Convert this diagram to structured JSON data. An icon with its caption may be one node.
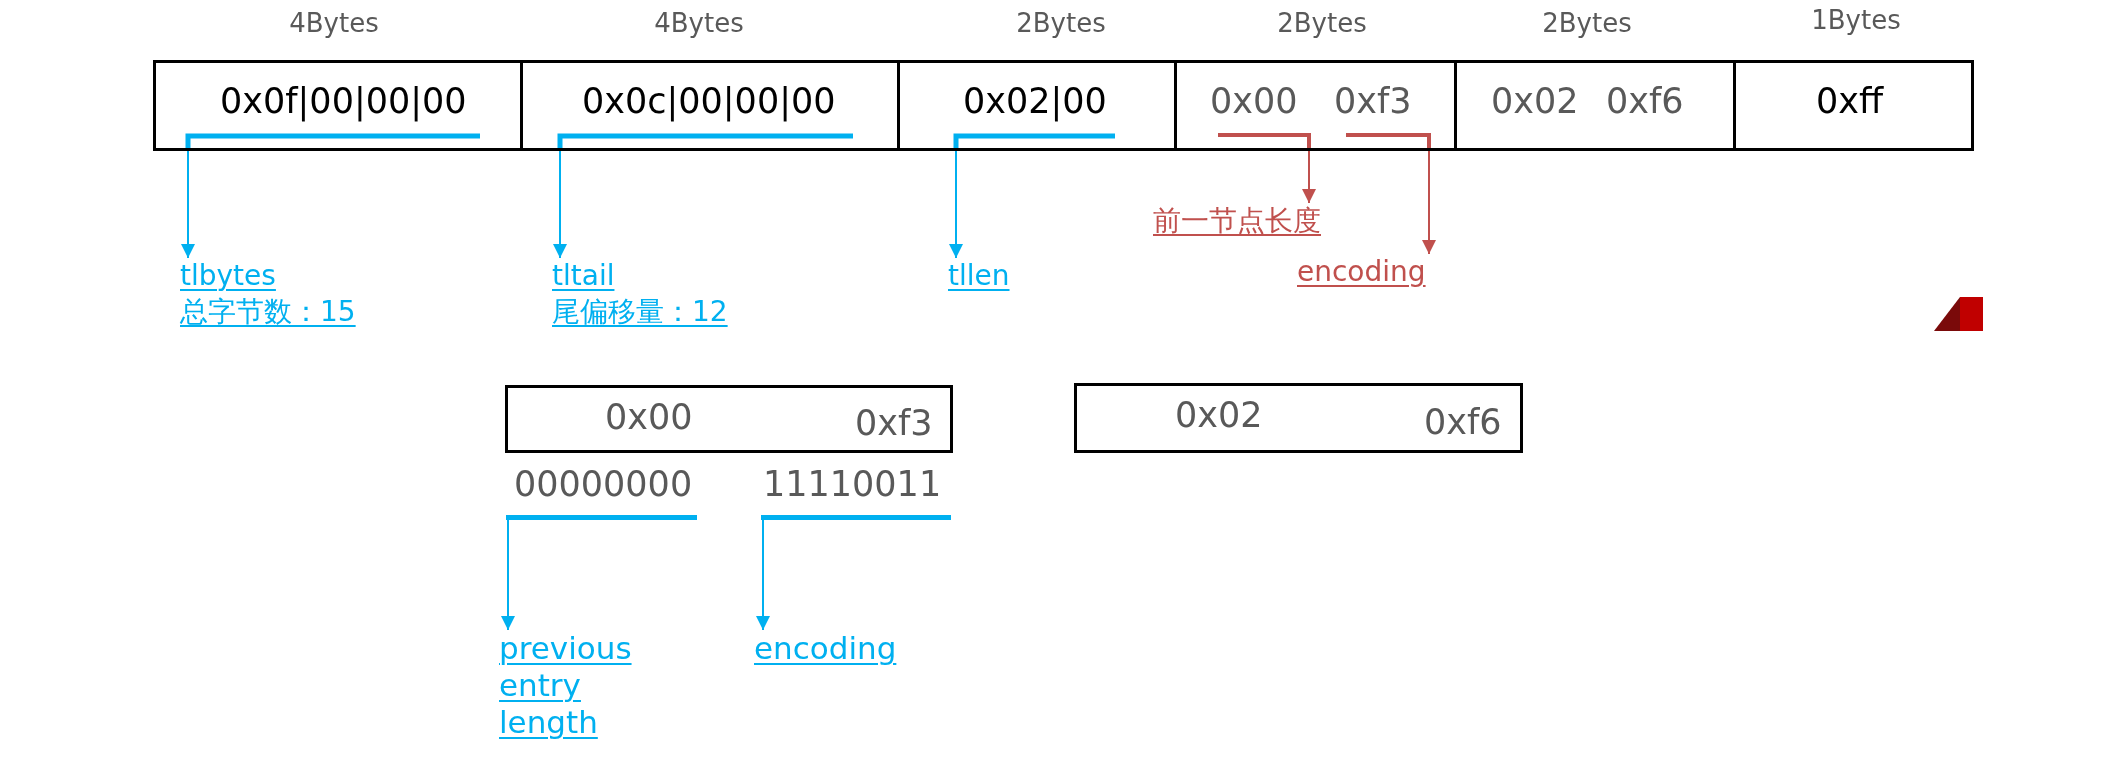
{
  "diagram": {
    "nodes": [
      {
        "text": [
          "0x0f|00|00|00"
        ],
        "beside": [
          "4Bytes"
        ]
      },
      {
        "text": [
          "0x0c|00|00|00"
        ],
        "beside": [
          "4Bytes"
        ]
      },
      {
        "text": [
          "0x02|00"
        ],
        "beside": [
          "2Bytes"
        ]
      },
      {
        "text": [
          "0x00",
          "0xf3"
        ],
        "beside": [
          "2Bytes"
        ]
      },
      {
        "text": [
          "0x02",
          "0xf6"
        ],
        "beside": [
          "2Bytes"
        ]
      },
      {
        "text": [
          "0xff"
        ],
        "beside": [
          "1Bytes"
        ]
      },
      {
        "text": [
          "tlbytes",
          "总字节数：15"
        ]
      },
      {
        "text": [
          "tltail",
          "尾偏移量：12"
        ]
      },
      {
        "text": [
          "tllen"
        ]
      },
      {
        "text": [
          "前一节点长度"
        ]
      },
      {
        "text": [
          "encoding"
        ]
      },
      {
        "text": [
          "0x00",
          "0xf3"
        ]
      },
      {
        "text": [
          "0x02",
          "0xf6"
        ]
      },
      {
        "text": [
          "00000000"
        ]
      },
      {
        "text": [
          "11110011"
        ]
      },
      {
        "text": [
          "previous entry length"
        ]
      },
      {
        "text": [
          "encoding"
        ]
      }
    ],
    "edges": [
      {
        "from": 0,
        "to": 6,
        "arrow": "to"
      },
      {
        "from": 1,
        "to": 7,
        "arrow": "to"
      },
      {
        "from": 2,
        "to": 8,
        "arrow": "to"
      },
      {
        "from": 3,
        "to": 9,
        "arrow": "to",
        "color": "#c0504d"
      },
      {
        "from": 3,
        "to": 10,
        "arrow": "to",
        "color": "#c0504d"
      },
      {
        "from": 13,
        "to": 15,
        "arrow": "to"
      },
      {
        "from": 14,
        "to": 16,
        "arrow": "to"
      }
    ]
  }
}
